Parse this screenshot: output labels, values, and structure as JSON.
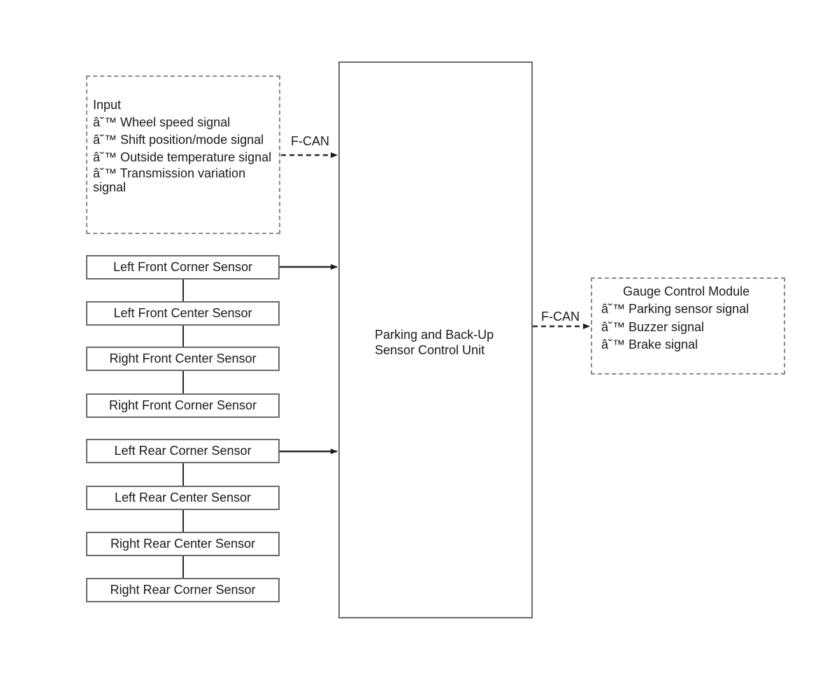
{
  "input_box": {
    "title": "Input",
    "items": [
      "â˘™ Wheel speed signal",
      "â˘™ Shift position/mode signal",
      "â˘™ Outside temperature signal",
      "â˘™ Transmission variation",
      "signal"
    ]
  },
  "fcan_in_label": "F-CAN",
  "fcan_out_label": "F-CAN",
  "control_unit": {
    "line1": "Parking and Back-Up",
    "line2": "Sensor Control Unit"
  },
  "front_sensors": [
    "Left Front Corner Sensor",
    "Left Front Center Sensor",
    "Right Front Center Sensor",
    "Right Front Corner Sensor"
  ],
  "rear_sensors": [
    "Left Rear Corner Sensor",
    "Left Rear Center Sensor",
    "Right Rear Center Sensor",
    "Right Rear Corner Sensor"
  ],
  "gauge_box": {
    "title": "Gauge Control Module",
    "items": [
      "â˘™ Parking sensor signal",
      "â˘™ Buzzer signal",
      "â˘™ Brake signal"
    ]
  },
  "colors": {
    "line": "#2a2a2a",
    "box_border": "#6a6a6a",
    "dashed_border": "#8a8a8a"
  }
}
